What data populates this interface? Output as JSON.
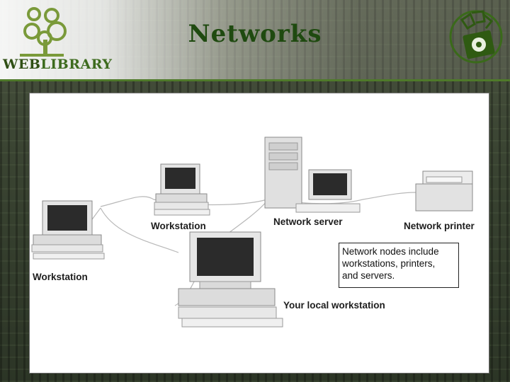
{
  "header": {
    "title": "Networks",
    "logo_web": "WEB",
    "logo_library": "LIBRARY"
  },
  "diagram": {
    "nodes": [
      {
        "id": "workstation-top",
        "label": "Workstation"
      },
      {
        "id": "workstation-left",
        "label": "Workstation"
      },
      {
        "id": "network-server",
        "label": "Network server"
      },
      {
        "id": "network-printer",
        "label": "Network printer"
      },
      {
        "id": "local-workstation",
        "label": "Your local workstation"
      }
    ],
    "callout": {
      "lines": [
        "Network nodes include",
        "workstations, printers,",
        "and servers."
      ]
    }
  },
  "colors": {
    "accent_green": "#4f7a2a",
    "title_green": "#1f4a10"
  }
}
